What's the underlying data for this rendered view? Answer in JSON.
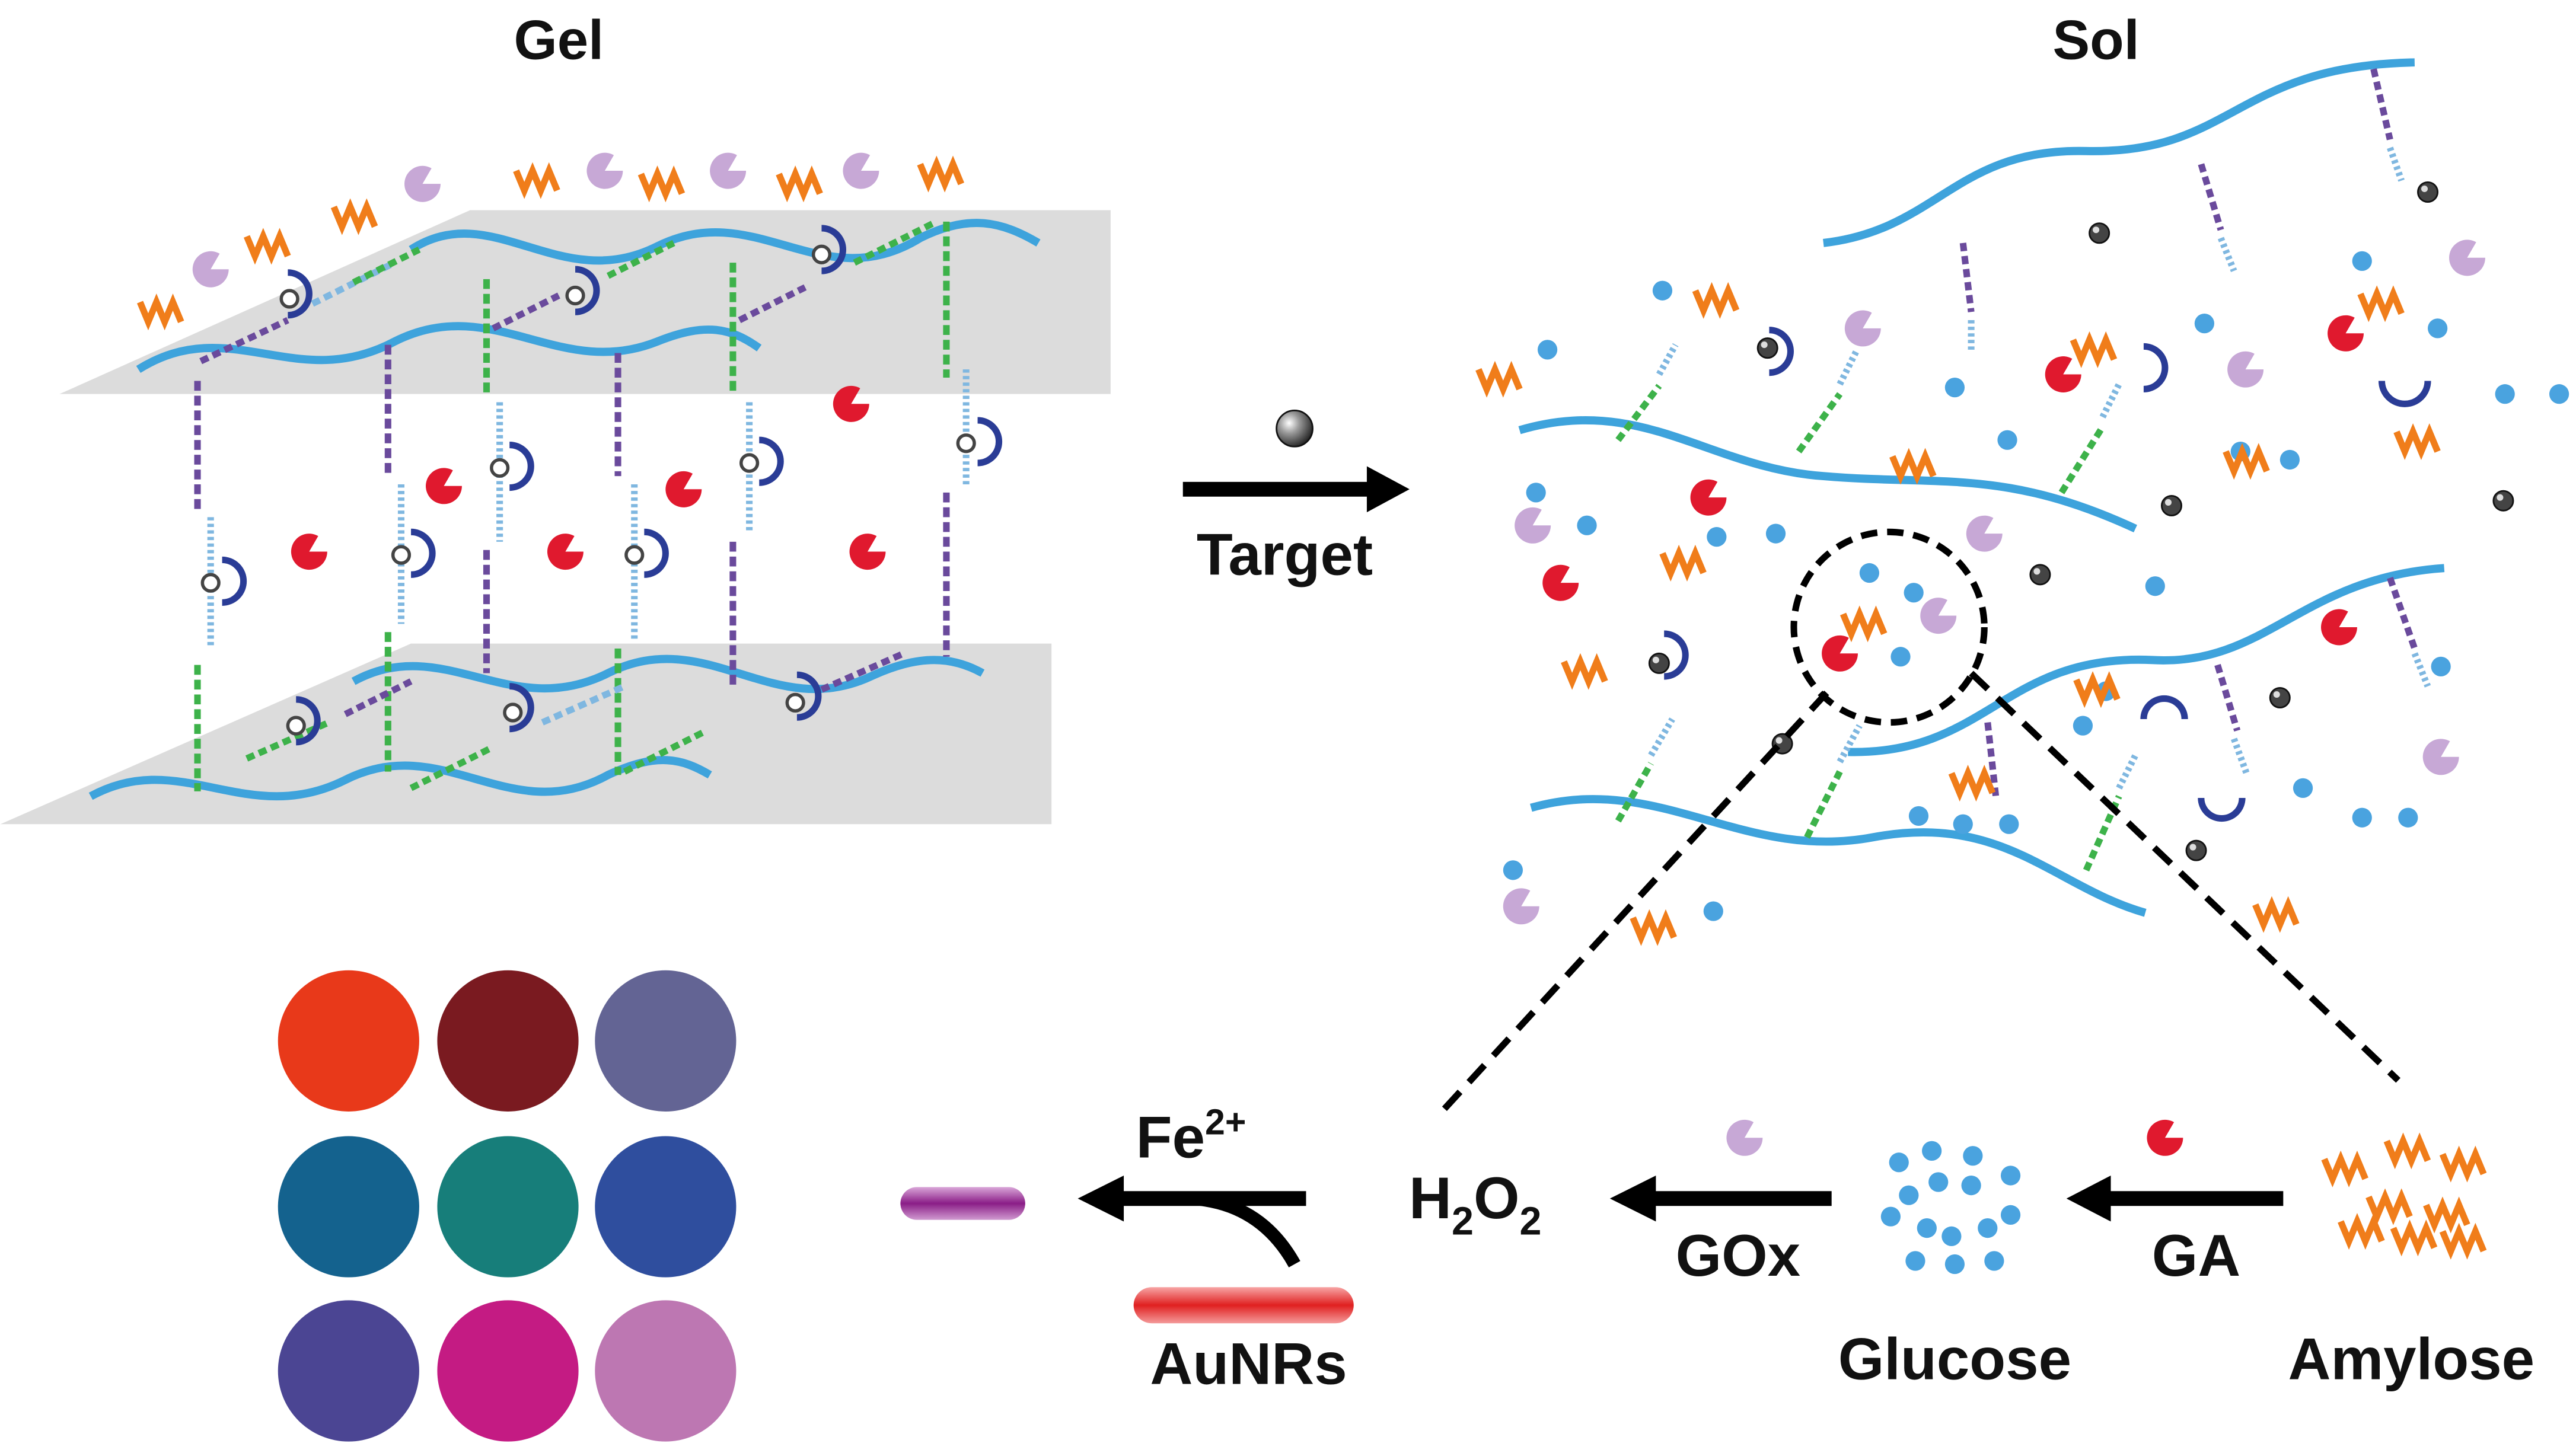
{
  "labels": {
    "gel": "Gel",
    "sol": "Sol",
    "target": "Target",
    "fe_base": "Fe",
    "fe_sup": "2+",
    "h2o2_h": "H",
    "h2o2_2a": "2",
    "h2o2_o": "O",
    "h2o2_2b": "2",
    "gox": "GOx",
    "ga": "GA",
    "aunrs": "AuNRs",
    "glucose": "Glucose",
    "amylose": "Amylose"
  },
  "colors": {
    "strand": "#3ea3dc",
    "aptamer_dark": "#2a3c96",
    "linker_green": "#3db24a",
    "linker_purple": "#6a4a9c",
    "linker_light": "#7fb7e0",
    "glucoamylase": "#e0192e",
    "glucose_oxidase": "#c7a8d6",
    "amylose": "#f07d1a",
    "glucose": "#4aa3df",
    "target_sphere": "#333333",
    "plane": "#dcdcdc"
  },
  "palette": [
    {
      "name": "red-orange",
      "color": "#e8391a"
    },
    {
      "name": "dark-red",
      "color": "#7a1a20"
    },
    {
      "name": "slate-violet",
      "color": "#636494"
    },
    {
      "name": "teal-blue",
      "color": "#14628e"
    },
    {
      "name": "teal-green",
      "color": "#177e7a"
    },
    {
      "name": "royal-blue",
      "color": "#2f4e9e"
    },
    {
      "name": "indigo",
      "color": "#4b4593"
    },
    {
      "name": "magenta",
      "color": "#c41b83"
    },
    {
      "name": "orchid",
      "color": "#bd77b2"
    }
  ]
}
